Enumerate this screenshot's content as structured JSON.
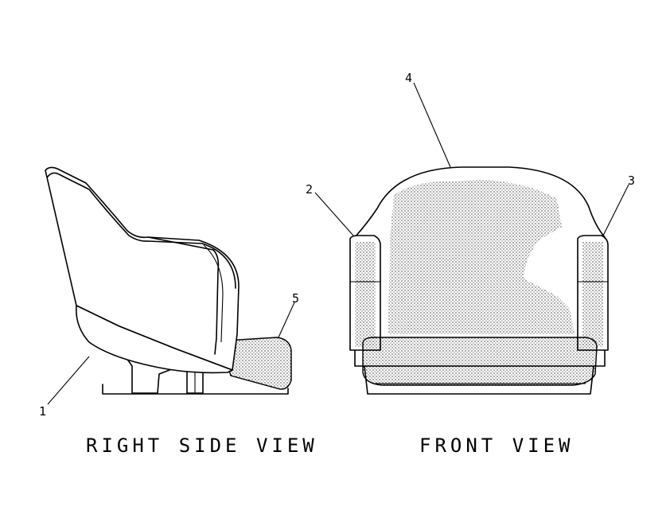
{
  "views": {
    "side_title": "RIGHT SIDE VIEW",
    "front_title": "FRONT VIEW"
  },
  "callouts": {
    "c1": "1",
    "c2": "2",
    "c3": "3",
    "c4": "4",
    "c5": "5"
  }
}
